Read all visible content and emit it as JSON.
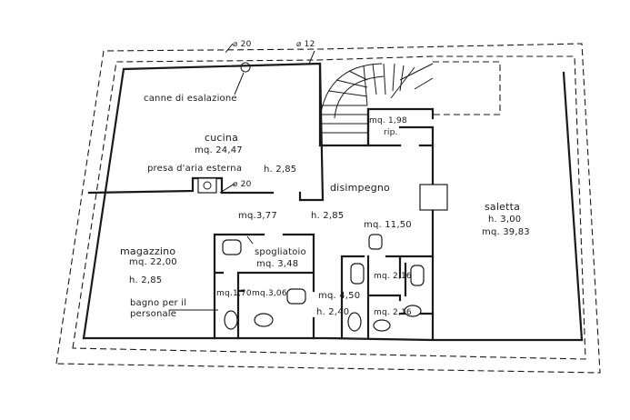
{
  "plan": {
    "labels": {
      "pipe_a": "⌀ 20",
      "pipe_b": "⌀ 12",
      "flue": "canne di esalazione",
      "cucina_name": "cucina",
      "cucina_area": "mq. 24,47",
      "presa": "presa d'aria esterna",
      "cucina_h": "h. 2,85",
      "pipe_c": "⌀ 20",
      "rip_area": "mq. 1,98",
      "rip_name": "rip.",
      "disimpegno": "disimpegno",
      "corr_area": "mq.3,77",
      "corr_h": "h. 2,85",
      "dis_area": "mq. 11,50",
      "saletta_name": "saletta",
      "saletta_h": "h. 3,00",
      "saletta_area": "mq. 39,83",
      "mag_name": "magazzino",
      "mag_area": "mq. 22,00",
      "mag_h": "h. 2,85",
      "bagno_1": "bagno per il",
      "bagno_2": "personale",
      "spog_name": "spogliatoio",
      "spog_area": "mq. 3,48",
      "wc1_area": "mq.1,70",
      "wc2_area": "mq.3,06",
      "wc_corr_area": "mq. 4,50",
      "wc_corr_h": "h. 2,40",
      "wc3_area": "mq. 2,16",
      "wc4_area": "mq. 2,16"
    }
  }
}
